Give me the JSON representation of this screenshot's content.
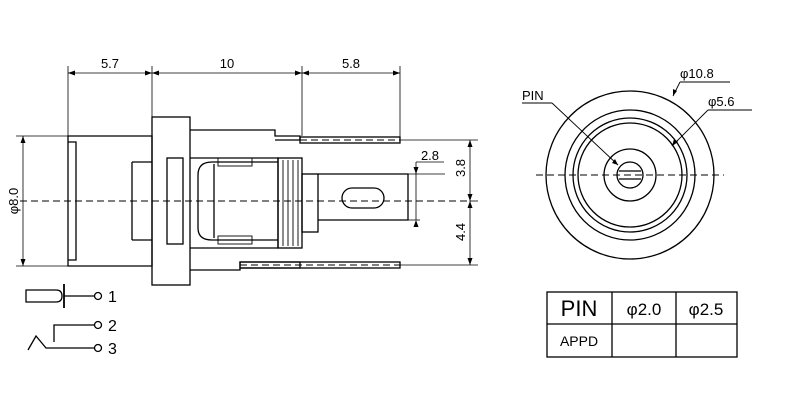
{
  "side_view": {
    "dim_top_left": "5.7",
    "dim_top_middle": "10",
    "dim_top_right": "5.8",
    "dim_left_diameter": "φ8.0",
    "dim_pin_offset": "2.8",
    "dim_right_upper": "3.8",
    "dim_right_lower": "4.4"
  },
  "front_view": {
    "dim_outer_diameter": "φ10.8",
    "dim_inner_diameter": "φ5.6",
    "pin_label": "PIN"
  },
  "schematic": {
    "terminal_1": "1",
    "terminal_2": "2",
    "terminal_3": "3"
  },
  "pin_table": {
    "header_pin": "PIN",
    "options": [
      "φ2.0",
      "φ2.5"
    ],
    "row_label": "APPD",
    "row_values": [
      "",
      ""
    ]
  }
}
